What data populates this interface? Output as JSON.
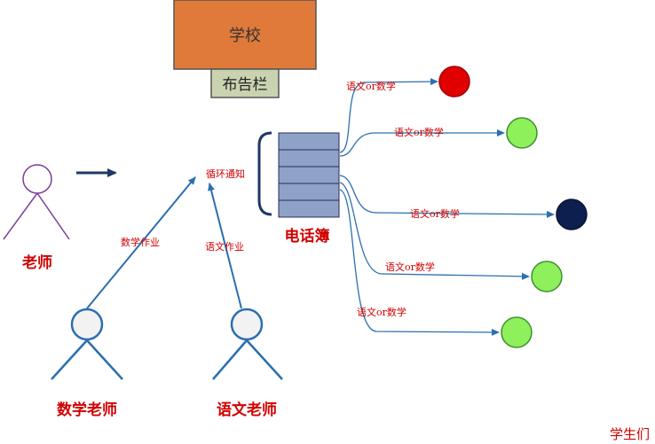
{
  "school": {
    "label": "学校",
    "fill": "#e07a3a"
  },
  "bulletin": {
    "label": "布告栏",
    "fill": "#c9d3b0"
  },
  "teacher": {
    "label": "老师",
    "head_stroke": "#7b3f98"
  },
  "math_teacher": {
    "label": "数学老师"
  },
  "chinese_teacher": {
    "label": "语文老师"
  },
  "loop_notify": {
    "label": "循环通知"
  },
  "math_homework": {
    "label": "数学作业"
  },
  "chinese_homework": {
    "label": "语文作业"
  },
  "phonebook": {
    "label": "电话簿",
    "cell_fill": "#8ea2c8",
    "cell_count": 5
  },
  "notify_label": "语文or数学",
  "students": {
    "label": "学生们",
    "colors": [
      "#e00000",
      "#8ef05a",
      "#0d1f4f",
      "#8ef05a",
      "#8ef05a"
    ]
  },
  "colors": {
    "arrow_blue": "#2a6fb0",
    "text_red": "#d10000",
    "dark_navy": "#1f3864",
    "outline": "#2a6fb0"
  }
}
